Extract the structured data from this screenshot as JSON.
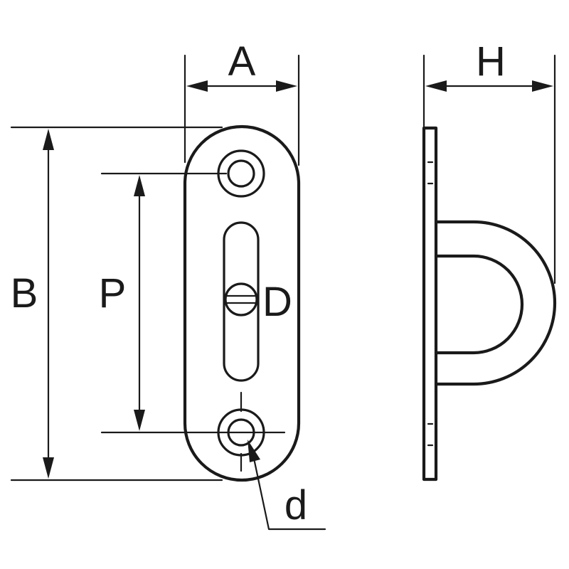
{
  "labels": {
    "A": "A",
    "B": "B",
    "P": "P",
    "D": "D",
    "d": "d",
    "H": "H"
  }
}
